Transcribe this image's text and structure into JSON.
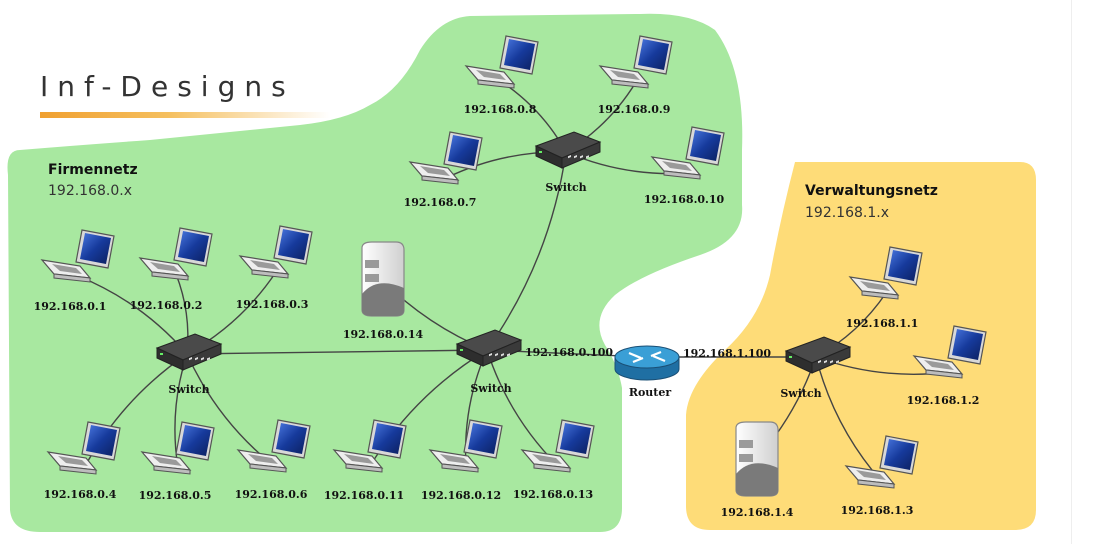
{
  "brand": {
    "name": "Inf-Designs"
  },
  "zones": {
    "firmennetz": {
      "title": "Firmennetz",
      "subnet": "192.168.0.x"
    },
    "verwaltungsnetz": {
      "title": "Verwaltungsnetz",
      "subnet": "192.168.1.x"
    }
  },
  "colors": {
    "firmennetz_bg": "#a8e8a0",
    "verwaltungsnetz_bg": "#fedc78",
    "cable": "#444444",
    "laptop_screen": "#1a3fa8",
    "router": "#2e8fc4"
  },
  "devices": {
    "switch_left": {
      "label": "Switch"
    },
    "switch_center": {
      "label": "Switch"
    },
    "switch_top": {
      "label": "Switch"
    },
    "switch_right": {
      "label": "Switch"
    },
    "router": {
      "label": "Router"
    },
    "server_0_14": {
      "label": "192.168.0.14"
    },
    "server_1_4": {
      "label": "192.168.1.4"
    }
  },
  "interfaces": {
    "center_uplink": "192.168.0.100",
    "right_uplink": "192.168.1.100"
  },
  "laptops": [
    {
      "id": "l01",
      "label": "192.168.0.1"
    },
    {
      "id": "l02",
      "label": "192.168.0.2"
    },
    {
      "id": "l03",
      "label": "192.168.0.3"
    },
    {
      "id": "l04",
      "label": "192.168.0.4"
    },
    {
      "id": "l05",
      "label": "192.168.0.5"
    },
    {
      "id": "l06",
      "label": "192.168.0.6"
    },
    {
      "id": "l07",
      "label": "192.168.0.7"
    },
    {
      "id": "l08",
      "label": "192.168.0.8"
    },
    {
      "id": "l09",
      "label": "192.168.0.9"
    },
    {
      "id": "l10",
      "label": "192.168.0.10"
    },
    {
      "id": "l11",
      "label": "192.168.0.11"
    },
    {
      "id": "l12",
      "label": "192.168.0.12"
    },
    {
      "id": "l13",
      "label": "192.168.0.13"
    },
    {
      "id": "r1",
      "label": "192.168.1.1"
    },
    {
      "id": "r2",
      "label": "192.168.1.2"
    },
    {
      "id": "r3",
      "label": "192.168.1.3"
    }
  ]
}
